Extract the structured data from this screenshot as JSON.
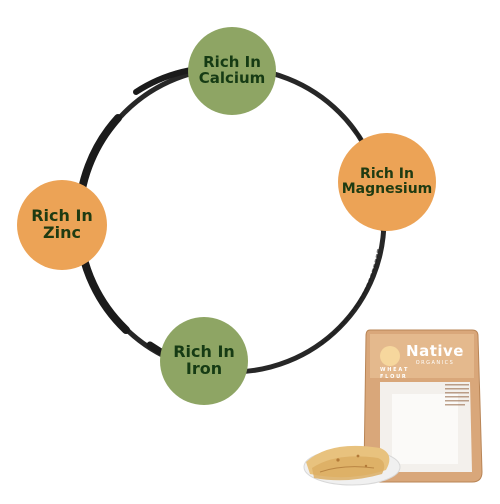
{
  "nodes": {
    "calcium": {
      "line1": "Rich In",
      "line2": "Calcium",
      "color": "#8ea564"
    },
    "magnesium": {
      "line1": "Rich In",
      "line2": "Magnesium",
      "color": "#eca356"
    },
    "zinc": {
      "line1": "Rich In",
      "line2": "Zinc",
      "color": "#eca356"
    },
    "iron": {
      "line1": "Rich In",
      "line2": "Iron",
      "color": "#8ea564"
    }
  },
  "product": {
    "brand": "Native",
    "brand_sub": "ORGANICS",
    "label_line1": "W H E A T",
    "label_line2": "F L O U R"
  },
  "colors": {
    "green": "#8ea564",
    "orange": "#eca356",
    "ring": "#1b1b1b",
    "text_dark": "#163b14"
  }
}
